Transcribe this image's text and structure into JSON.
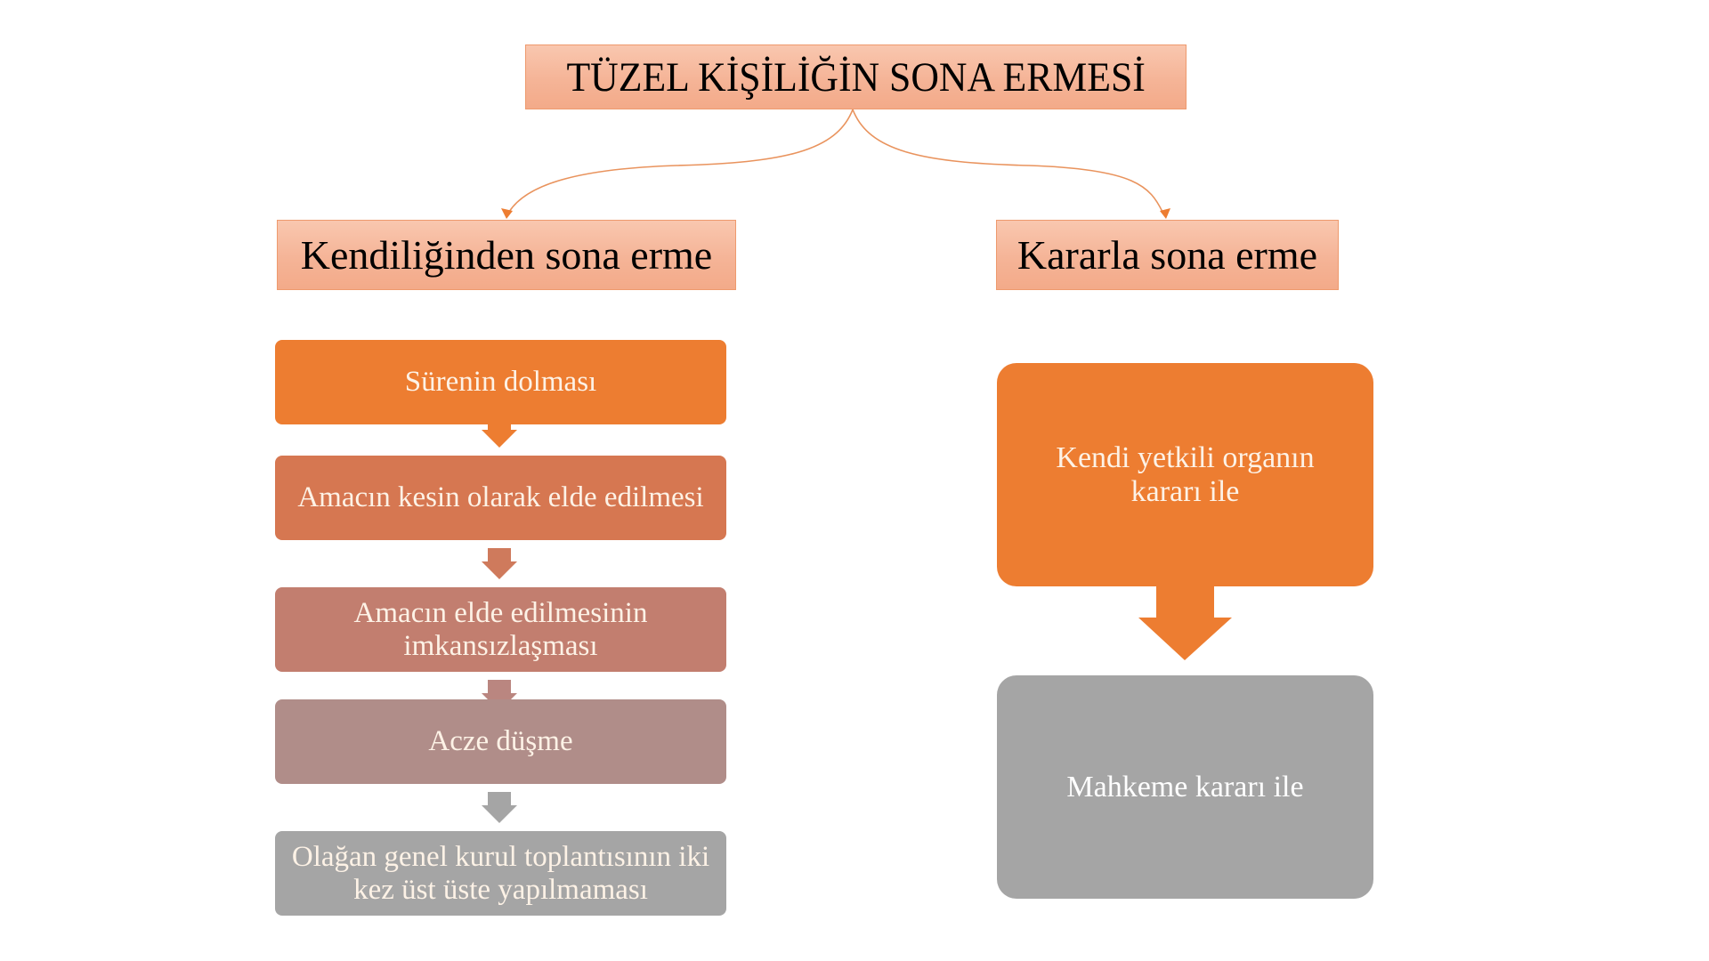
{
  "title": "TÜZEL KİŞİLİĞİN SONA ERMESİ",
  "branches": {
    "left": {
      "label": "Kendiliğinden sona erme",
      "steps": [
        {
          "label": "Sürenin dolması",
          "color": "#ED7D31"
        },
        {
          "label": "Amacın kesin olarak elde edilmesi",
          "color": "#D67751"
        },
        {
          "label": "Amacın elde edilmesinin imkansızlaşması",
          "color": "#C27E6F"
        },
        {
          "label": "Acze düşme",
          "color": "#B08D89"
        },
        {
          "label": "Olağan genel kurul toplantısının iki kez üst üste yapılmaması",
          "color": "#A5A5A5"
        }
      ],
      "arrow_colors": [
        "#ED7D31",
        "#CF7A5C",
        "#BA8680",
        "#A5A5A5"
      ]
    },
    "right": {
      "label": "Kararla sona erme",
      "steps": [
        {
          "label": "Kendi yetkili organın kararı ile",
          "color": "#ED7D31"
        },
        {
          "label": "Mahkeme kararı ile",
          "color": "#A5A5A5"
        }
      ],
      "arrow_color": "#ED7D31"
    }
  },
  "colors": {
    "header_fill": "#F5B497",
    "header_border": "#EE9A6E",
    "connector": "#E9935D",
    "step_text": "#FDF2E6"
  }
}
